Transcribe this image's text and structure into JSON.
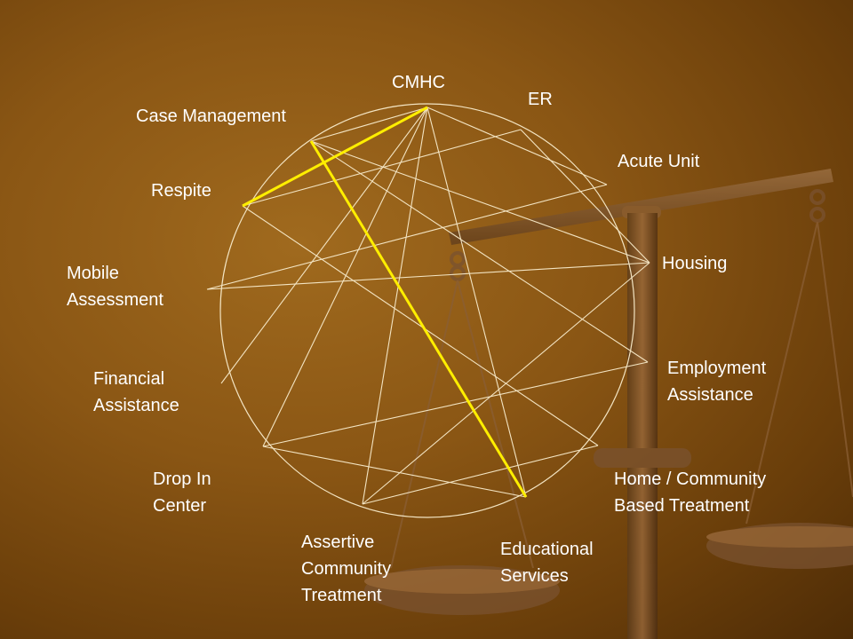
{
  "nodes": [
    {
      "id": "cmhc",
      "label": "CMHC"
    },
    {
      "id": "er",
      "label": "ER"
    },
    {
      "id": "acute",
      "label": "Acute Unit"
    },
    {
      "id": "housing",
      "label": "Housing"
    },
    {
      "id": "employment",
      "label": "Employment\nAssistance"
    },
    {
      "id": "home",
      "label": "Home / Community\nBased Treatment"
    },
    {
      "id": "educational",
      "label": "Educational\nServices"
    },
    {
      "id": "assertive",
      "label": "Assertive\nCommunity\nTreatment"
    },
    {
      "id": "dropin",
      "label": "Drop In\nCenter"
    },
    {
      "id": "financial",
      "label": "Financial\nAssistance"
    },
    {
      "id": "mobile",
      "label": "Mobile\nAssessment"
    },
    {
      "id": "respite",
      "label": "Respite"
    },
    {
      "id": "casemgmt",
      "label": "Case Management"
    }
  ],
  "edges": [
    {
      "from": "cmhc",
      "to": "acute"
    },
    {
      "from": "cmhc",
      "to": "casemgmt"
    },
    {
      "from": "cmhc",
      "to": "educational"
    },
    {
      "from": "cmhc",
      "to": "assertive"
    },
    {
      "from": "cmhc",
      "to": "dropin"
    },
    {
      "from": "cmhc",
      "to": "financial"
    },
    {
      "from": "cmhc",
      "to": "respite",
      "highlight": true
    },
    {
      "from": "er",
      "to": "respite"
    },
    {
      "from": "er",
      "to": "housing"
    },
    {
      "from": "acute",
      "to": "mobile"
    },
    {
      "from": "casemgmt",
      "to": "housing"
    },
    {
      "from": "casemgmt",
      "to": "employment"
    },
    {
      "from": "casemgmt",
      "to": "educational",
      "highlight": true
    },
    {
      "from": "housing",
      "to": "mobile"
    },
    {
      "from": "housing",
      "to": "assertive"
    },
    {
      "from": "respite",
      "to": "home"
    },
    {
      "from": "employment",
      "to": "dropin"
    },
    {
      "from": "dropin",
      "to": "educational"
    },
    {
      "from": "assertive",
      "to": "home"
    }
  ],
  "colors": {
    "circle": "#f3e4c2",
    "edge": "#f3e4c2",
    "highlight": "#ffee00",
    "text": "#ffffff"
  },
  "decoration": "scales-of-justice"
}
